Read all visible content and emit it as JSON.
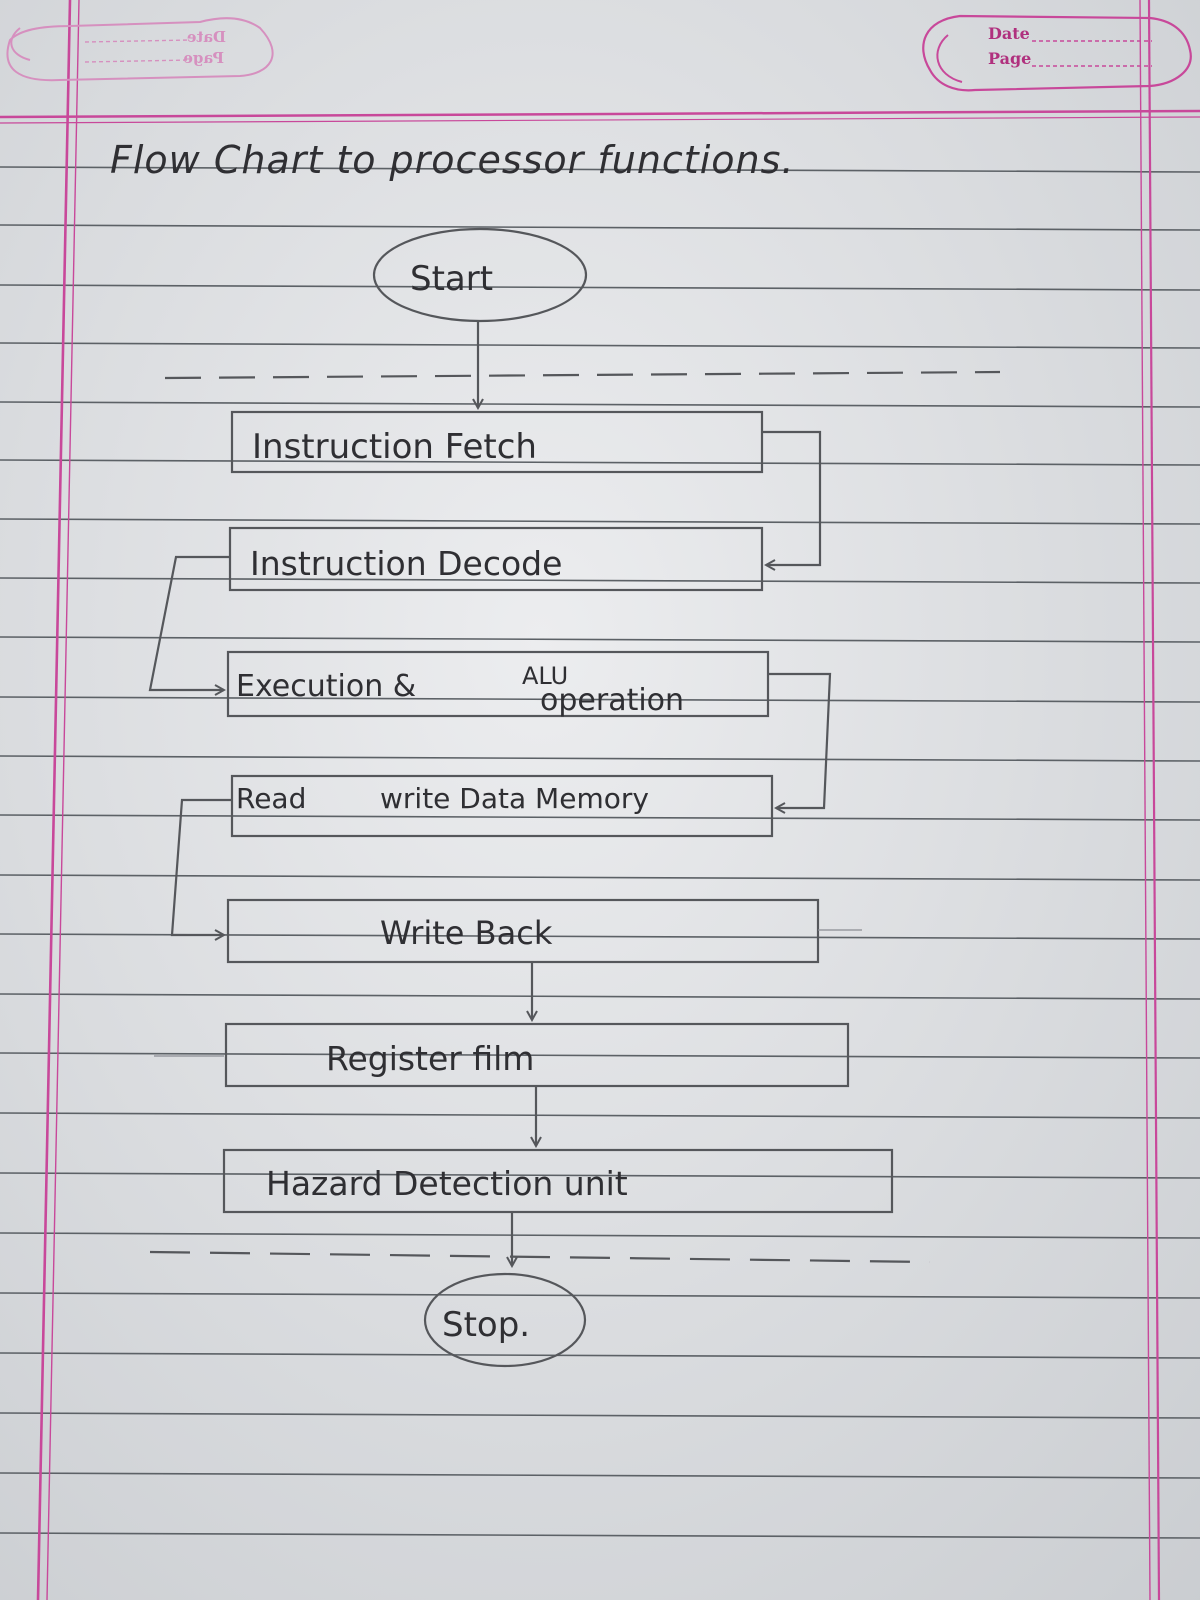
{
  "header": {
    "left_stamp": {
      "date_label": "Date",
      "page_label": "Page"
    },
    "right_stamp": {
      "date_label": "Date",
      "page_label": "Page"
    }
  },
  "title": "Flow Chart to processor functions.",
  "nodes": {
    "start": "Start",
    "fetch": "Instruction Fetch",
    "decode": "Instruction Decode",
    "execute_main": "Execution & ",
    "execute_alu": "ALU",
    "execute_op": "operation",
    "memory_read": "Read",
    "memory_rest": "write Data Memory",
    "write_back": "Write Back",
    "register": "Register film",
    "hazard": "Hazard Detection unit",
    "stop": "Stop."
  },
  "colors": {
    "paper": "#e4e6e8",
    "rule_line": "#5c6166",
    "margin_line": "#c8489a",
    "pencil": "#55575b",
    "ink": "#2f2f33"
  }
}
